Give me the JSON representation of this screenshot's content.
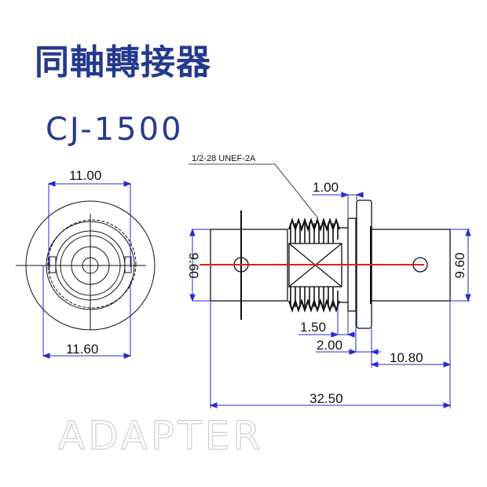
{
  "header": {
    "title": "同軸轉接器",
    "model": "CJ-1500"
  },
  "drawing": {
    "thread_note": "1/2-28 UNEF-2A",
    "front_view": {
      "top_width": "11.00",
      "bottom_width": "11.60"
    },
    "side_view": {
      "left_diameter": "9.60",
      "right_diameter": "9.60",
      "flange_thickness": "1.00",
      "thread_gap": "1.50",
      "shoulder": "2.00",
      "right_body_length": "10.80",
      "overall_length": "32.50"
    },
    "colors": {
      "dimension_line": "#2a2ad0",
      "centerline": "#e01c1c",
      "outline": "#111111",
      "title": "#253a8c"
    }
  },
  "footer": {
    "label": "ADAPTER"
  }
}
